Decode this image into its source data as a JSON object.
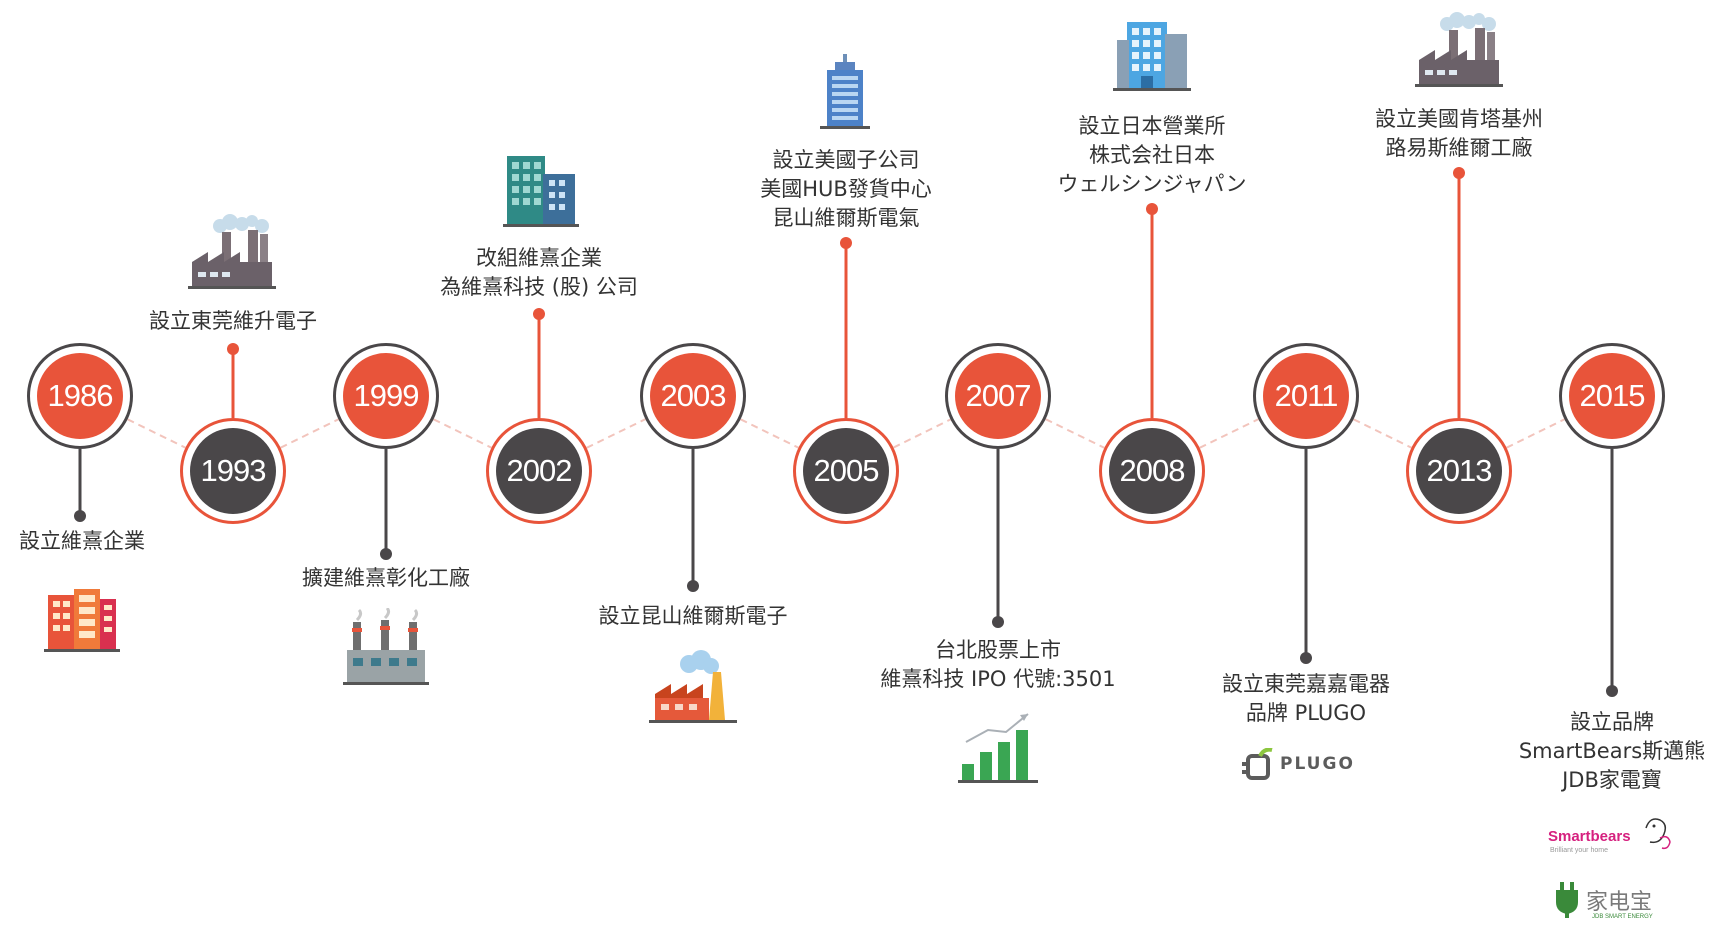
{
  "colors": {
    "accent": "#e8543a",
    "dark": "#4a4749",
    "connector": "#f2c4bc"
  },
  "milestones": [
    {
      "year": "1986",
      "lines": [
        "設立維熹企業"
      ]
    },
    {
      "year": "1993",
      "lines": [
        "設立東莞維升電子"
      ]
    },
    {
      "year": "1999",
      "lines": [
        "擴建維熹彰化工廠"
      ]
    },
    {
      "year": "2002",
      "lines": [
        "改組維熹企業",
        "為維熹科技 (股) 公司"
      ]
    },
    {
      "year": "2003",
      "lines": [
        "設立昆山維爾斯電子"
      ]
    },
    {
      "year": "2005",
      "lines": [
        "設立美國子公司",
        "美國HUB發貨中心",
        "昆山維爾斯電氣"
      ]
    },
    {
      "year": "2007",
      "lines": [
        "台北股票上市",
        "維熹科技 IPO 代號:3501"
      ]
    },
    {
      "year": "2008",
      "lines": [
        "設立日本營業所",
        "株式会社日本",
        "ウェルシンジャパン"
      ]
    },
    {
      "year": "2011",
      "lines": [
        "設立東莞嘉嘉電器",
        "品牌 PLUGO"
      ]
    },
    {
      "year": "2013",
      "lines": [
        "設立美國肯塔基州",
        "路易斯維爾工廠"
      ]
    },
    {
      "year": "2015",
      "lines": [
        "設立品牌",
        "SmartBears斯邁熊",
        "JDB家電寶"
      ]
    }
  ],
  "icons": [
    "office-building-icon",
    "factory-icon",
    "factory-chimneys-icon",
    "office-tower-icon",
    "factory-smoke-icon",
    "skyscraper-icon",
    "growth-chart-icon",
    "office-block-icon",
    "plugo-logo",
    "factory-icon",
    "smartbears-logo",
    "jdb-logo"
  ],
  "logos": {
    "plugo": "PLUGO",
    "smartbears": "Smartbears",
    "smartbears_tagline": "Brilliant your home",
    "jdb": "家电宝",
    "jdb_tagline": "JDB SMART ENERGY"
  }
}
